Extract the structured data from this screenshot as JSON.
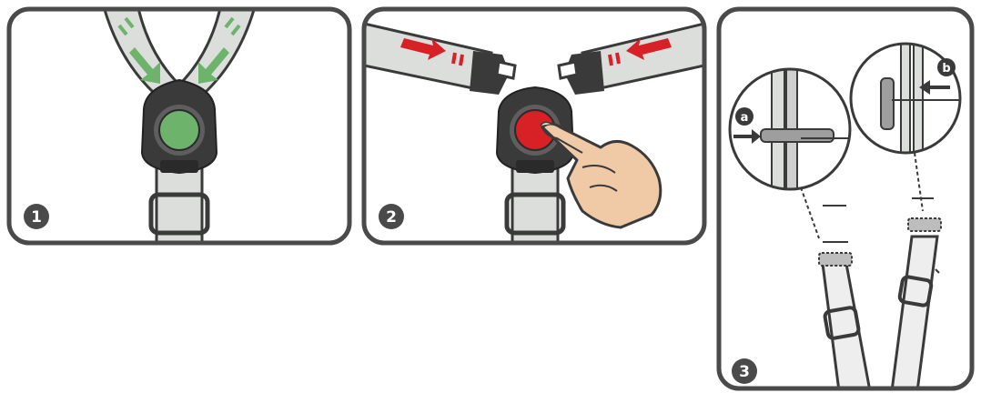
{
  "panels": [
    {
      "step": "1",
      "action": "buckle-locked"
    },
    {
      "step": "2",
      "action": "press-red-release"
    },
    {
      "step": "3",
      "action": "detach-straps",
      "callouts": [
        {
          "letter": "a"
        },
        {
          "letter": "b"
        }
      ]
    }
  ],
  "colors": {
    "frame": "#4a4a4a",
    "strap": "#dcdedc",
    "buckle": "#3a3a3a",
    "locked": "#6db36b",
    "release": "#d72126",
    "finger": "#f0c9a6"
  }
}
